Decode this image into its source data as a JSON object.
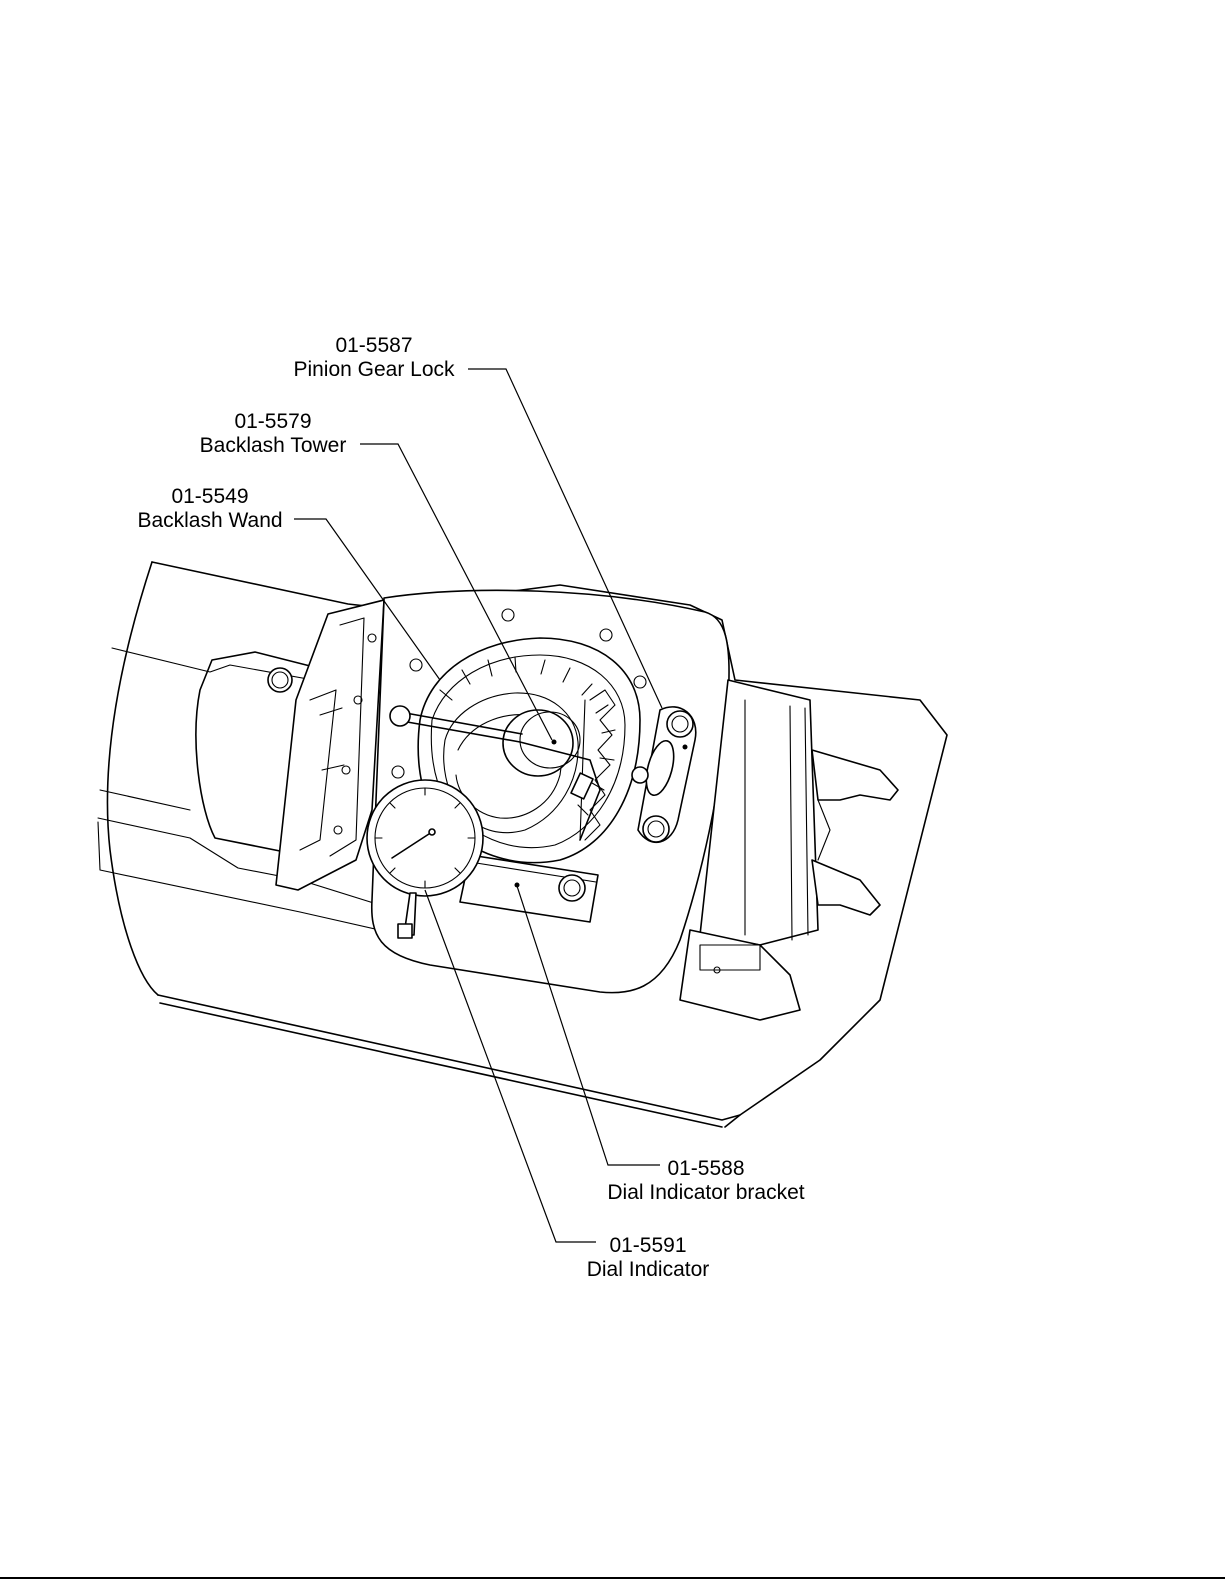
{
  "callouts": [
    {
      "part_number": "01-5587",
      "name": "Pinion Gear Lock"
    },
    {
      "part_number": "01-5579",
      "name": "Backlash Tower"
    },
    {
      "part_number": "01-5549",
      "name": "Backlash Wand"
    },
    {
      "part_number": "01-5588",
      "name": "Dial Indicator bracket"
    },
    {
      "part_number": "01-5591",
      "name": "Dial Indicator"
    }
  ]
}
